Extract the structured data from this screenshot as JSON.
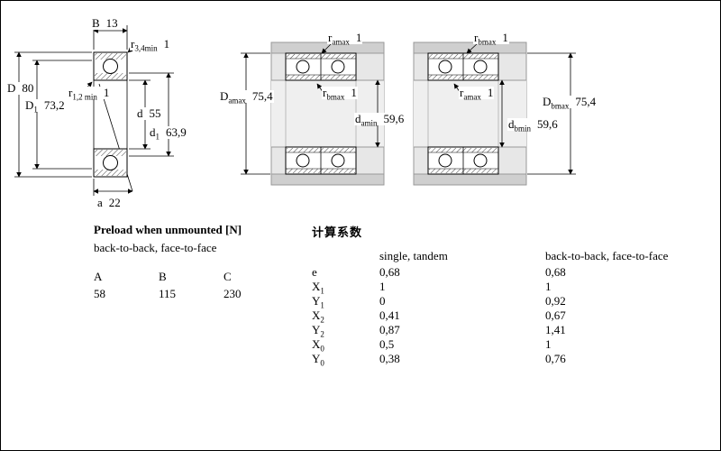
{
  "dims": {
    "B": {
      "pre": "B",
      "sub": "",
      "val": "13"
    },
    "r34": {
      "pre": "r",
      "sub": "3,4min",
      "val": "1"
    },
    "D": {
      "pre": "D",
      "sub": "",
      "val": "80"
    },
    "D1": {
      "pre": "D",
      "sub": "1",
      "val": "73,2"
    },
    "r12": {
      "pre": "r",
      "sub": "1,2 min",
      "val": "1"
    },
    "d": {
      "pre": "d",
      "sub": "",
      "val": "55"
    },
    "d1": {
      "pre": "d",
      "sub": "1",
      "val": "63,9"
    },
    "a": {
      "pre": "a",
      "sub": "",
      "val": "22"
    },
    "ramax1": {
      "pre": "r",
      "sub": "amax",
      "val": "1"
    },
    "Damax": {
      "pre": "D",
      "sub": "amax",
      "val": "75,4"
    },
    "rbmax1": {
      "pre": "r",
      "sub": "bmax",
      "val": "1"
    },
    "damin": {
      "pre": "d",
      "sub": "amin",
      "val": "59,6"
    },
    "rbmax2": {
      "pre": "r",
      "sub": "bmax",
      "val": "1"
    },
    "ramax2": {
      "pre": "r",
      "sub": "amax",
      "val": "1"
    },
    "dbmin": {
      "pre": "d",
      "sub": "bmin",
      "val": "59,6"
    },
    "Dbmax": {
      "pre": "D",
      "sub": "bmax",
      "val": "75,4"
    }
  },
  "preload": {
    "title": "Preload when unmounted [N]",
    "subtitle": "back-to-back, face-to-face",
    "headers": [
      "A",
      "B",
      "C"
    ],
    "values": [
      "58",
      "115",
      "230"
    ]
  },
  "factors": {
    "title": "计算系数",
    "col1": "single, tandem",
    "col2": "back-to-back, face-to-face",
    "rows": [
      {
        "pre": "e",
        "sub": "",
        "v1": "0,68",
        "v2": "0,68"
      },
      {
        "pre": "X",
        "sub": "1",
        "v1": "1",
        "v2": "1"
      },
      {
        "pre": "Y",
        "sub": "1",
        "v1": "0",
        "v2": "0,92"
      },
      {
        "pre": "X",
        "sub": "2",
        "v1": "0,41",
        "v2": "0,67"
      },
      {
        "pre": "Y",
        "sub": "2",
        "v1": "0,87",
        "v2": "1,41"
      },
      {
        "pre": "X",
        "sub": "0",
        "v1": "0,5",
        "v2": "1"
      },
      {
        "pre": "Y",
        "sub": "0",
        "v1": "0,38",
        "v2": "0,76"
      }
    ]
  }
}
